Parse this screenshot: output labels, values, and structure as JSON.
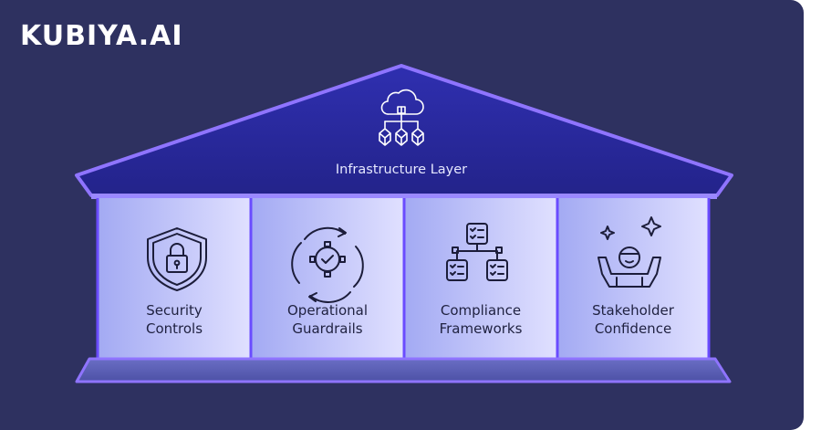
{
  "brand": {
    "logo_text": "KUBIYA.AI"
  },
  "roof": {
    "label": "Infrastructure Layer",
    "icon": "cloud-network-icon"
  },
  "pillars": [
    {
      "line1": "Security",
      "line2": "Controls",
      "icon": "shield-lock-icon"
    },
    {
      "line1": "Operational",
      "line2": "Guardrails",
      "icon": "gear-cycle-icon"
    },
    {
      "line1": "Compliance",
      "line2": "Frameworks",
      "icon": "checklist-flow-icon"
    },
    {
      "line1": "Stakeholder",
      "line2": "Confidence",
      "icon": "celebrating-person-icon"
    }
  ],
  "colors": {
    "background": "#2e3160",
    "roof": "#2a2a9e",
    "outline": "#8a6bff",
    "pillar_left": "#a9b0f5",
    "pillar_right": "#dcdcff",
    "base": "#5b5fb5"
  }
}
